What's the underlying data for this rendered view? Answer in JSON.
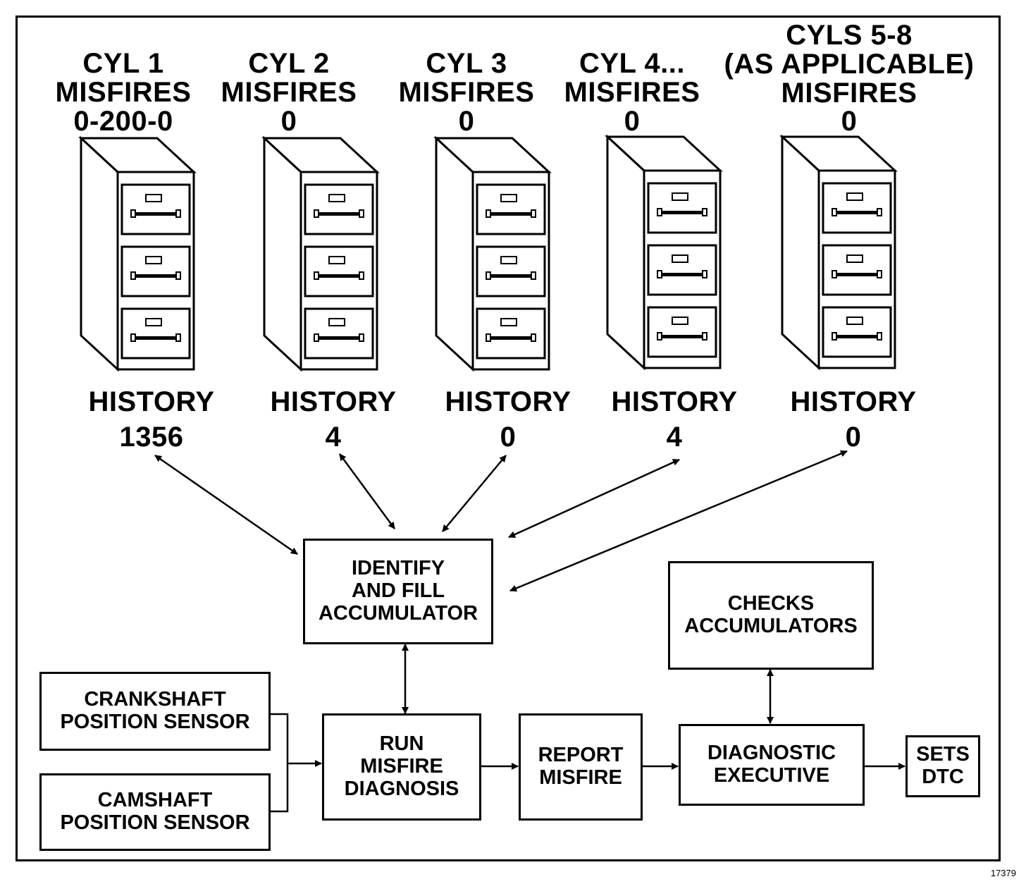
{
  "cylinders": [
    {
      "name": "CYL 1",
      "misfires_label": "MISFIRES",
      "misfires": "0-200-0",
      "history_label": "HISTORY",
      "history": "1356"
    },
    {
      "name": "CYL 2",
      "misfires_label": "MISFIRES",
      "misfires": "0",
      "history_label": "HISTORY",
      "history": "4"
    },
    {
      "name": "CYL 3",
      "misfires_label": "MISFIRES",
      "misfires": "0",
      "history_label": "HISTORY",
      "history": "0"
    },
    {
      "name": "CYL 4...",
      "misfires_label": "MISFIRES",
      "misfires": "0",
      "history_label": "HISTORY",
      "history": "4"
    },
    {
      "name": "CYLS 5-8",
      "qualifier": "(AS APPLICABLE)",
      "misfires_label": "MISFIRES",
      "misfires": "0",
      "history_label": "HISTORY",
      "history": "0"
    }
  ],
  "boxes": {
    "identify": [
      "IDENTIFY",
      "AND FILL",
      "ACCUMULATOR"
    ],
    "checks": [
      "CHECKS",
      "ACCUMULATORS"
    ],
    "crankshaft": [
      "CRANKSHAFT",
      "POSITION SENSOR"
    ],
    "camshaft": [
      "CAMSHAFT",
      "POSITION SENSOR"
    ],
    "run": [
      "RUN",
      "MISFIRE",
      "DIAGNOSIS"
    ],
    "report": [
      "REPORT",
      "MISFIRE"
    ],
    "executive": [
      "DIAGNOSTIC",
      "EXECUTIVE"
    ],
    "dtc": [
      "SETS",
      "DTC"
    ]
  },
  "figure_number": "17379"
}
